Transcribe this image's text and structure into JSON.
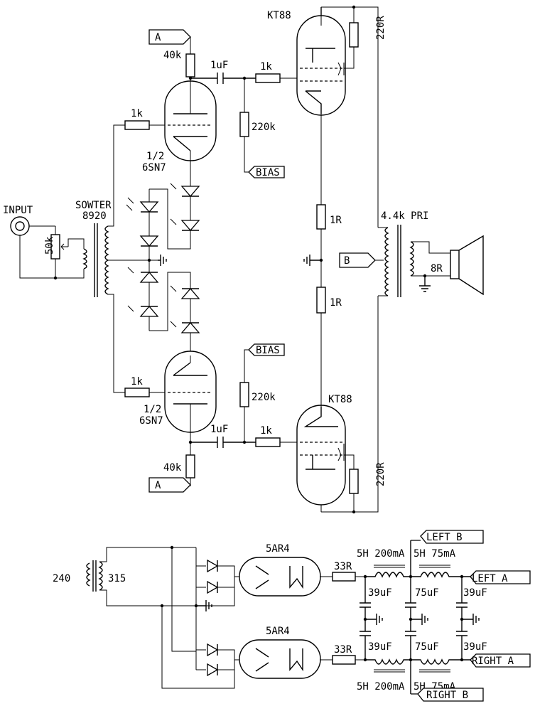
{
  "amp": {
    "input_label": "INPUT",
    "input_pot": "50k",
    "transformer_label": [
      "SOWTER",
      "8920"
    ],
    "tube_driver": [
      "1/2",
      "6SN7"
    ],
    "tube_output": "KT88",
    "anode_load": "40k",
    "coupling_cap": "1uF",
    "grid_stopper_driver": "1k",
    "grid_stopper_output": "1k",
    "grid_leak": "220k",
    "screen_res": "220R",
    "cathode_res": "1R",
    "bias_tag": "BIAS",
    "supply_tag_a": "A",
    "supply_tag_b": "B",
    "output_primary": "4.4k PRI",
    "speaker_load": "8R"
  },
  "psu": {
    "mains_primary": "240",
    "mains_secondary": "315",
    "rectifier": "5AR4",
    "series_res": "33R",
    "choke_1": "5H 200mA",
    "choke_2": "5H 75mA",
    "cap_1": "39uF",
    "cap_2": "75uF",
    "cap_3": "39uF",
    "tag_left_a": "LEFT A",
    "tag_left_b": "LEFT B",
    "tag_right_a": "RIGHT A",
    "tag_right_b": "RIGHT B"
  }
}
